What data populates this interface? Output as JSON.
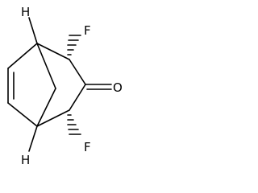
{
  "molecule": {
    "atoms": {
      "h_top": "H",
      "h_bottom": "H",
      "f_top": "F",
      "f_bottom": "F",
      "o_ketone": "O"
    },
    "colors": {
      "ink": "#000000",
      "background": "#ffffff"
    }
  }
}
